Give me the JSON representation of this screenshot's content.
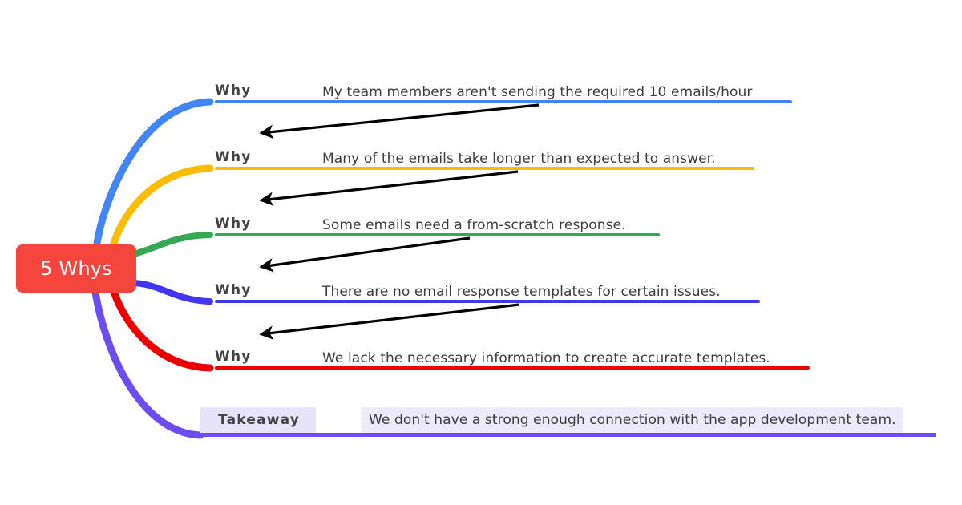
{
  "diagram": {
    "title": "5 Whys",
    "root": {
      "label": "5 Whys",
      "color": "#f4463c",
      "text_color": "#ffffff"
    },
    "arrow_color": "#000000",
    "rows": [
      {
        "label": "Why",
        "text": "My team members aren't sending the required 10 emails/hour",
        "color": "#4285f4",
        "name": "why-1"
      },
      {
        "label": "Why",
        "text": "Many of the emails take longer than expected to answer.",
        "color": "#fbbc04",
        "name": "why-2"
      },
      {
        "label": "Why",
        "text": "Some emails need a from-scratch response.",
        "color": "#34a853",
        "name": "why-3"
      },
      {
        "label": "Why",
        "text": "There are no email response templates for certain issues.",
        "color": "#4136f1",
        "name": "why-4"
      },
      {
        "label": "Why",
        "text": "We lack the necessary information to create accurate templates.",
        "color": "#ea0000",
        "name": "why-5"
      },
      {
        "label": "Takeaway",
        "text": "We don't have a strong enough connection with the app development team.",
        "color": "#6c4ef0",
        "highlight": "#e7e4fa",
        "name": "takeaway"
      }
    ]
  }
}
